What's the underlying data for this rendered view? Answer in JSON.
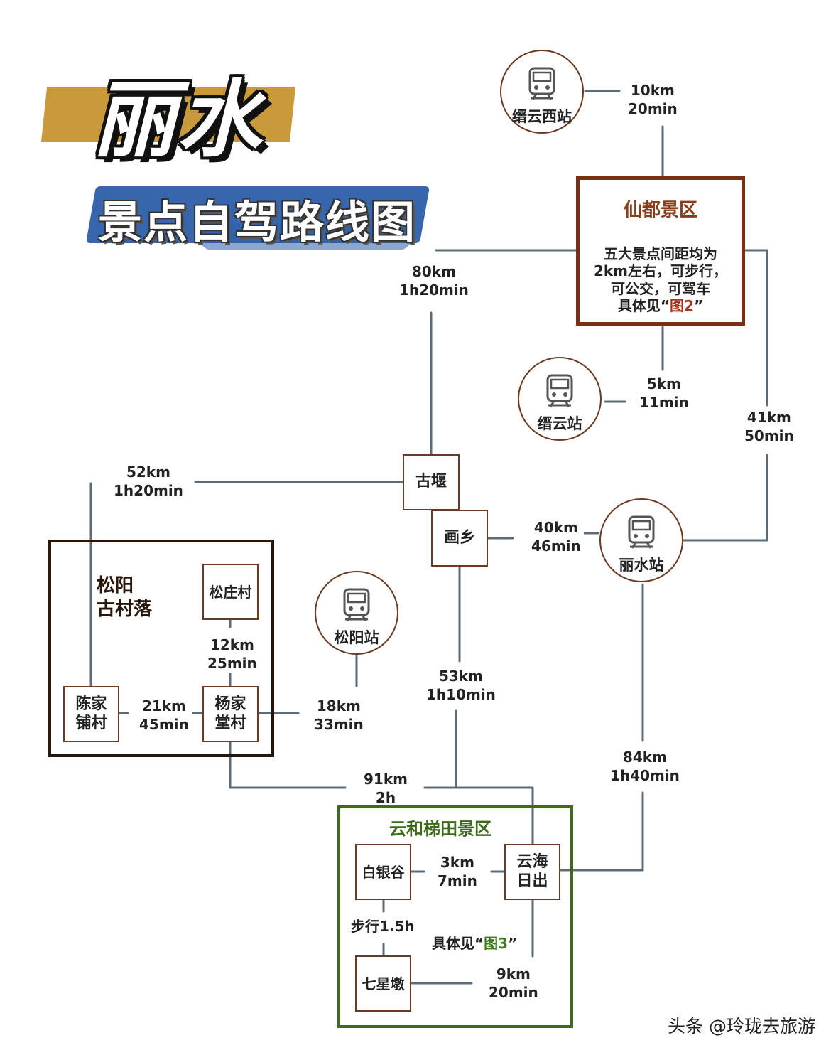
{
  "title": {
    "main": "丽水",
    "subtitle": "景点自驾路线图"
  },
  "stations": {
    "jinyunxi": "缙云西站",
    "jinyun": "缙云站",
    "lishui": "丽水站",
    "songyang": "松阳站"
  },
  "areas": {
    "xiandu": {
      "title": "仙都景区",
      "desc_lines": [
        "五大景点间距均为",
        "2km左右，可步行，",
        "可公交，可驾车"
      ],
      "ref_prefix": "具体见“",
      "ref_link": "图2",
      "ref_suffix": "”"
    },
    "songyang": {
      "title_lines": [
        "松阳",
        "古村落"
      ]
    },
    "yunhe": {
      "title": "云和梯田景区",
      "ref_prefix": "具体见“",
      "ref_link": "图3",
      "ref_suffix": "”"
    }
  },
  "places": {
    "guyan": "古堰",
    "huaxiang": "画乡",
    "songzhuang": "松庄村",
    "chenjia": [
      "陈家",
      "铺村"
    ],
    "yangjia": [
      "杨家",
      "堂村"
    ],
    "baiyin": "白银谷",
    "qixing": "七星墩",
    "yunhai": [
      "云海",
      "日出"
    ]
  },
  "routes": {
    "jinyunxi_xiandu": [
      "10km",
      "20min"
    ],
    "xiandu_jinyun": [
      "5km",
      "11min"
    ],
    "xiandu_guyan": [
      "80km",
      "1h20min"
    ],
    "xiandu_lishui": [
      "41km",
      "50min"
    ],
    "guyan_chenjia": [
      "52km",
      "1h20min"
    ],
    "huaxiang_lishui": [
      "40km",
      "46min"
    ],
    "songzhuang_yangjia": [
      "12km",
      "25min"
    ],
    "chenjia_yangjia": [
      "21km",
      "45min"
    ],
    "yangjia_songyang": [
      "18km",
      "33min"
    ],
    "huaxiang_yunhe": [
      "53km",
      "1h10min"
    ],
    "lishui_yunhe": [
      "84km",
      "1h40min"
    ],
    "yangjia_yunhe": [
      "91km",
      "2h"
    ],
    "baiyin_yunhai": [
      "3km",
      "7min"
    ],
    "baiyin_qixing": "步行1.5h",
    "qixing_yunhai": [
      "9km",
      "20min"
    ]
  },
  "watermark": "头条 @玲珑去旅游",
  "colors": {
    "line": "#5a6b7a",
    "box_border": "#6b3a22",
    "xiandu_border": "#7a2e14",
    "yunhe_border": "#3e6a1c",
    "title_bar": "#c89a3c",
    "subtitle_bar": "#2d5ea8"
  }
}
